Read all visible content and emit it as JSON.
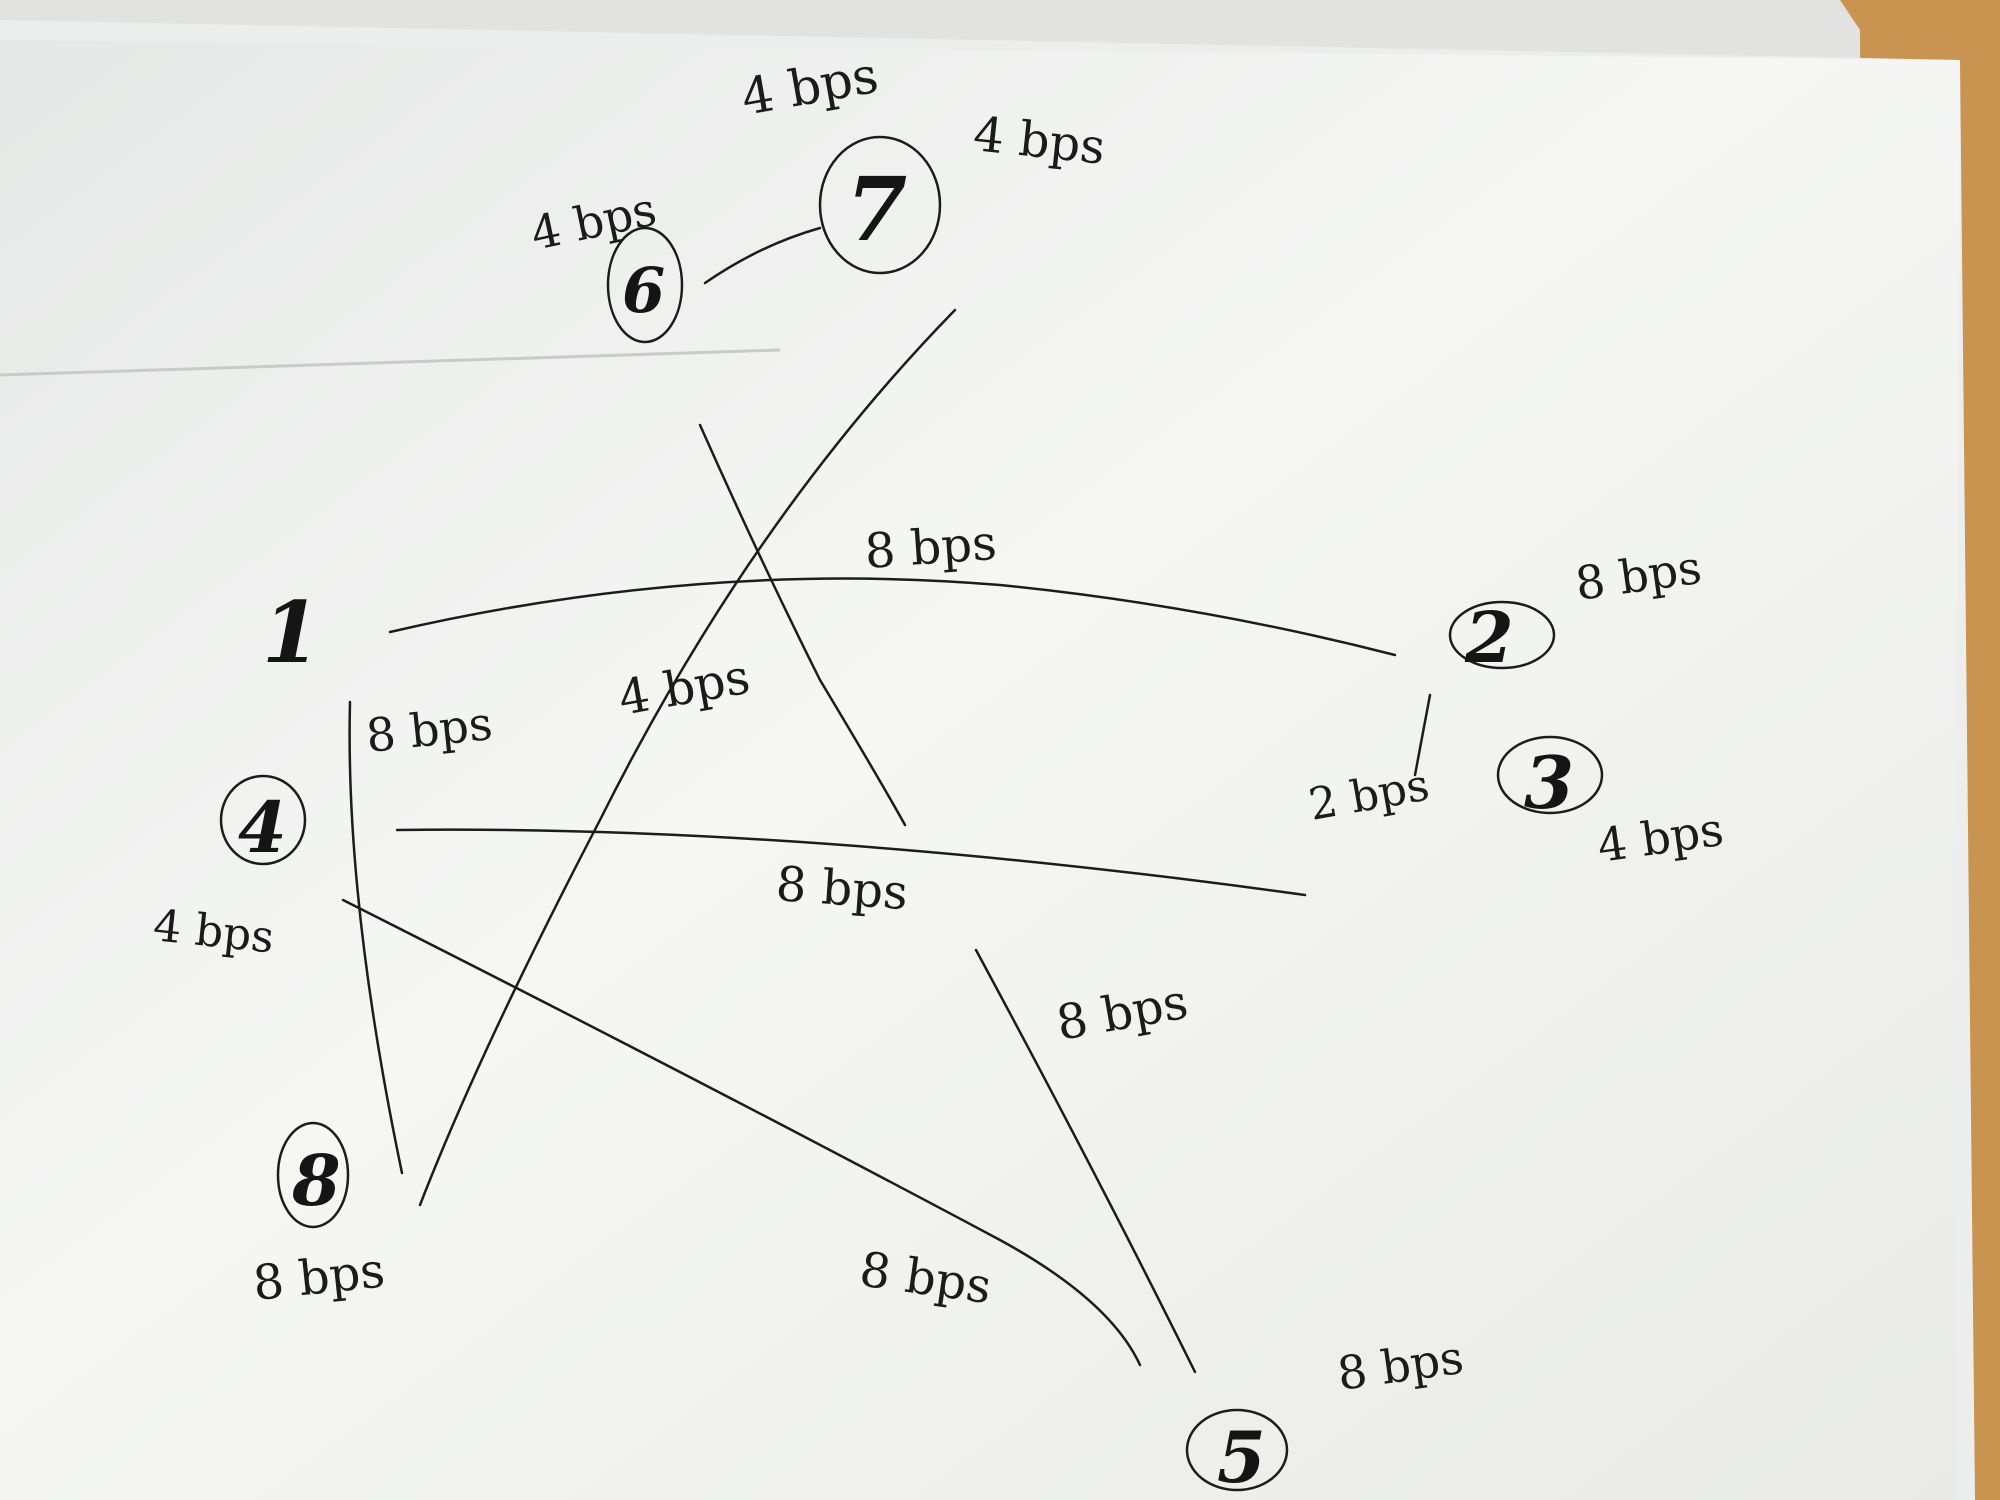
{
  "diagram": {
    "nodes": [
      {
        "id": "1",
        "label": "1",
        "bandwidth": ""
      },
      {
        "id": "2",
        "label": "2",
        "bandwidth": "8 bps"
      },
      {
        "id": "3",
        "label": "3",
        "bandwidth": "4 bps"
      },
      {
        "id": "4",
        "label": "4",
        "bandwidth": "4 bps"
      },
      {
        "id": "5",
        "label": "5",
        "bandwidth": "8 bps"
      },
      {
        "id": "6",
        "label": "6",
        "bandwidth": "4 bps"
      },
      {
        "id": "7",
        "label": "7",
        "bandwidth": "4 bps"
      },
      {
        "id": "8",
        "label": "8",
        "bandwidth": "8 bps"
      }
    ],
    "edges": [
      {
        "id": "e-1-2",
        "label": "8 bps"
      },
      {
        "id": "e-7-8",
        "label": "4 bps"
      },
      {
        "id": "e-6-7",
        "label": ""
      },
      {
        "id": "e-cross",
        "label": ""
      },
      {
        "id": "e-4-8",
        "label": "8 bps"
      },
      {
        "id": "e-4-3",
        "label": "8 bps"
      },
      {
        "id": "e-4-5",
        "label": "8 bps"
      },
      {
        "id": "e-2-3",
        "label": "2 bps"
      },
      {
        "id": "e-3-5",
        "label": "8 bps"
      }
    ],
    "top_label": "4 bps"
  },
  "colors": {
    "ink": "#1c1c1c",
    "paper": "#f4f5f3",
    "desk": "#c9944f"
  }
}
